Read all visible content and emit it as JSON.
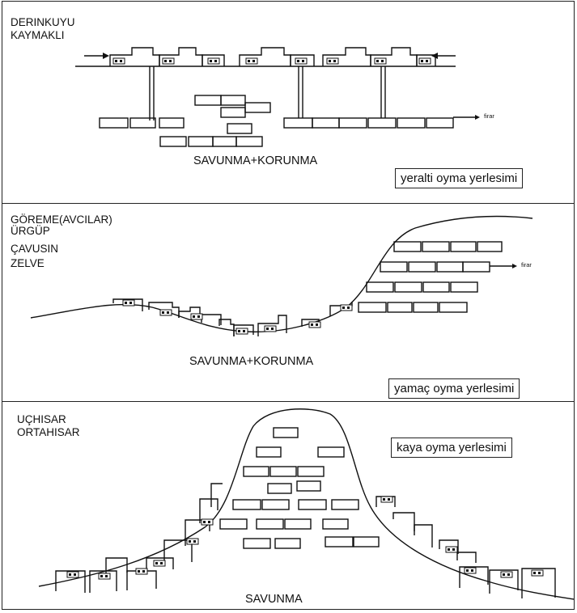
{
  "panels": [
    {
      "sites": [
        "DERINKUYU",
        "KAYMAKLI"
      ],
      "caption": "SAVUNMA+KORUNMA",
      "escape_label": "firar",
      "type_label": "yeralti oyma yerlesimi"
    },
    {
      "sites": [
        "GÖREME(AVCILAR)",
        "ÜRGÜP",
        "ÇAVUSIN",
        "ZELVE"
      ],
      "caption": "SAVUNMA+KORUNMA",
      "escape_label": "firar",
      "type_label": "yamaç oyma yerlesimi"
    },
    {
      "sites": [
        "UÇHISAR",
        "ORTAHISAR"
      ],
      "caption": "SAVUNMA",
      "type_label": "kaya oyma yerlesimi"
    }
  ]
}
